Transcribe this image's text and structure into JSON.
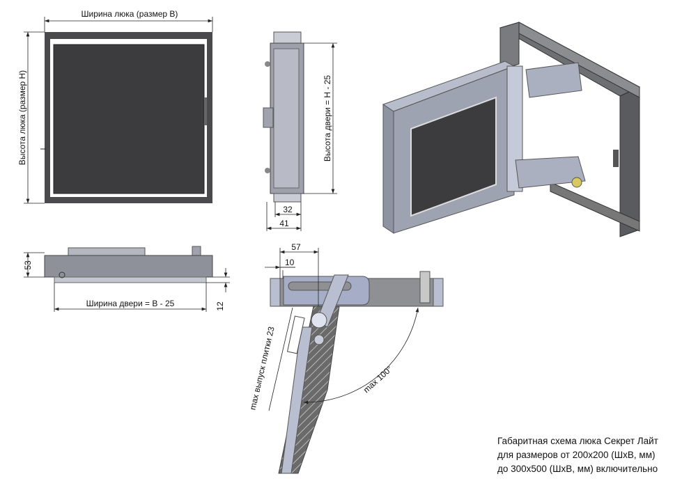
{
  "front_view": {
    "width_label": "Ширина люка (размер В)",
    "height_label": "Высота люка (размер Н)"
  },
  "side_view": {
    "door_height_label": "Высота двери = Н - 25",
    "dim_32": "32",
    "dim_41": "41"
  },
  "bottom_view": {
    "dim_53": "53",
    "dim_12": "12",
    "door_width_label": "Ширина двери = В - 25"
  },
  "section_view": {
    "dim_57": "57",
    "dim_10": "10",
    "tile_label": "max выпуск плитки 23",
    "angle_label": "max 100°"
  },
  "caption": {
    "line1": "Габаритная схема люка Секрет Лайт",
    "line2": "для размеров от  200х200 (ШхВ, мм)",
    "line3": "до 300х500  (ШхВ, мм) включительно"
  },
  "colors": {
    "frame": "#4a4a4c",
    "panel": "#3c3c3e",
    "metal": "#8e919a",
    "light_metal": "#aeb3c2"
  }
}
